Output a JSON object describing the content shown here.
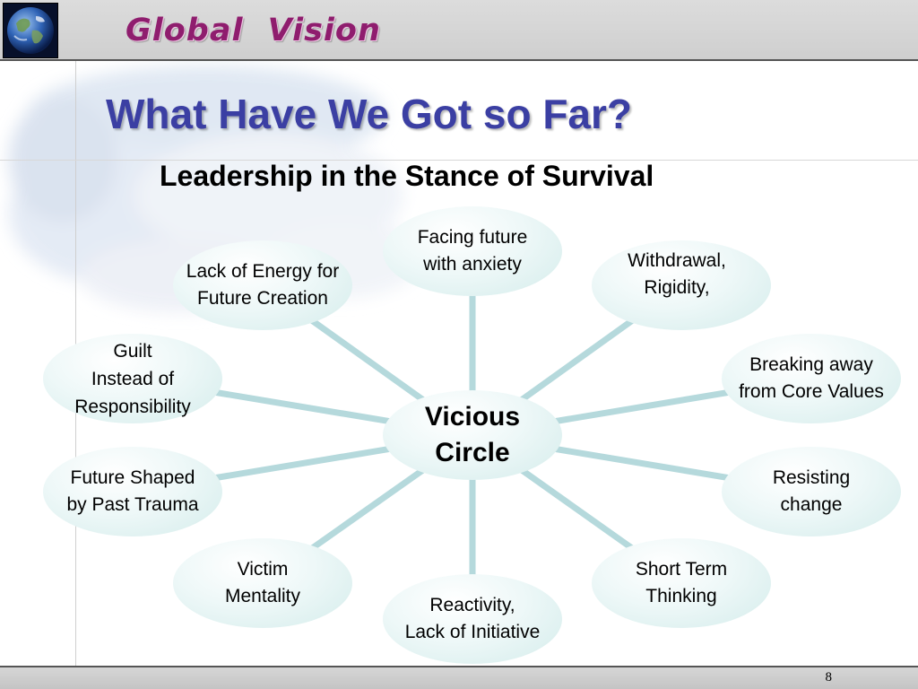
{
  "header": {
    "brand": "Global Vision",
    "logo_icon": "globe-icon"
  },
  "slide": {
    "title": "What Have We Got so Far?",
    "subtitle": "Leadership in the Stance of Survival"
  },
  "diagram": {
    "center": "Vicious\nCircle",
    "nodes": [
      "Facing future\nwith anxiety",
      "Withdrawal,\nRigidity,",
      "Breaking away\nfrom Core Values",
      "Resisting\nchange",
      "Short Term\nThinking",
      "Reactivity,\nLack of Initiative",
      "Victim\nMentality",
      "Future Shaped\nby Past Trauma",
      "Guilt\nInstead of\nResponsibility",
      "Lack of Energy for\nFuture Creation"
    ],
    "colors": {
      "bubble": "#d4eceb",
      "connector": "#b5d9dc"
    }
  },
  "footer": {
    "page_number": "8"
  }
}
